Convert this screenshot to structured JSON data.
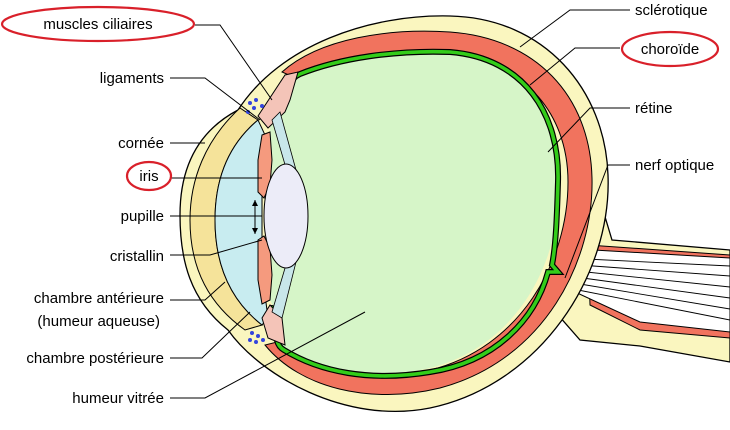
{
  "labels": {
    "muscles_ciliaires": "muscles ciliaires",
    "ligaments": "ligaments",
    "cornee": "cornée",
    "iris": "iris",
    "pupille": "pupille",
    "cristallin": "cristallin",
    "chambre_anterieure_1": "chambre antérieure",
    "chambre_anterieure_2": "(humeur aqueuse)",
    "chambre_posterieure": "chambre postérieure",
    "humeur_vitree": "humeur vitrée",
    "sclerotique": "sclérotique",
    "choroide": "choroïde",
    "retine": "rétine",
    "nerf_optique": "nerf optique"
  },
  "highlighted": [
    "muscles ciliaires",
    "iris",
    "choroïde"
  ],
  "colors": {
    "sclera": "#faf6bf",
    "sclera_outline": "#000000",
    "choroid": "#f1735e",
    "retina": "#33cc1a",
    "vitreous": "#d6f5c8",
    "cornea": "#f5e39a",
    "aqueous": "#c8ecf0",
    "iris": "#f59a7e",
    "lens": "#ececf8",
    "ciliary": "#f4c4b8",
    "highlight_ellipse": "#d9202a",
    "ligament_dots": "#3344dd"
  }
}
